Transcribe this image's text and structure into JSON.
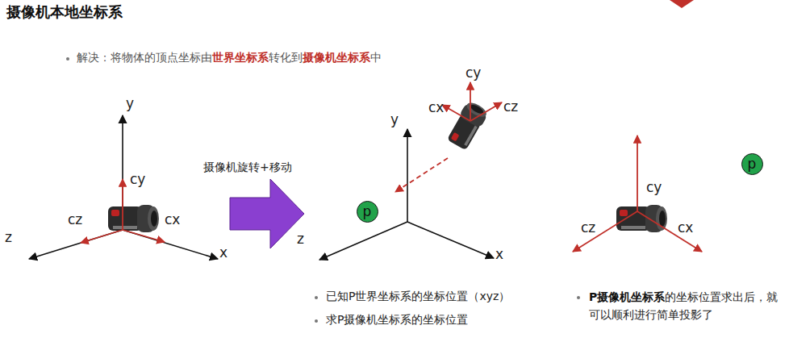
{
  "diagram": {
    "title": "摄像机本地坐标系",
    "nodes": [
      {
        "text": [
          "p"
        ]
      },
      {
        "text": [
          "p"
        ]
      }
    ],
    "labels": [
      "解决：将物体的顶点坐标由",
      "世界坐标系",
      "转化到",
      "摄像机坐标系",
      "中",
      "y",
      "cy",
      "z",
      "cz",
      "cx",
      "x",
      "摄像机旋转+移动",
      "cy",
      "cx",
      "cz",
      "y",
      "z",
      "x",
      "cy",
      "cz",
      "cx",
      "已知P世界坐标系的坐标位置（xyz）",
      "求P摄像机坐标系的坐标位置",
      "P摄像机坐标系",
      "的坐标位置求出后，就可以顺利进行简单投影了"
    ]
  }
}
